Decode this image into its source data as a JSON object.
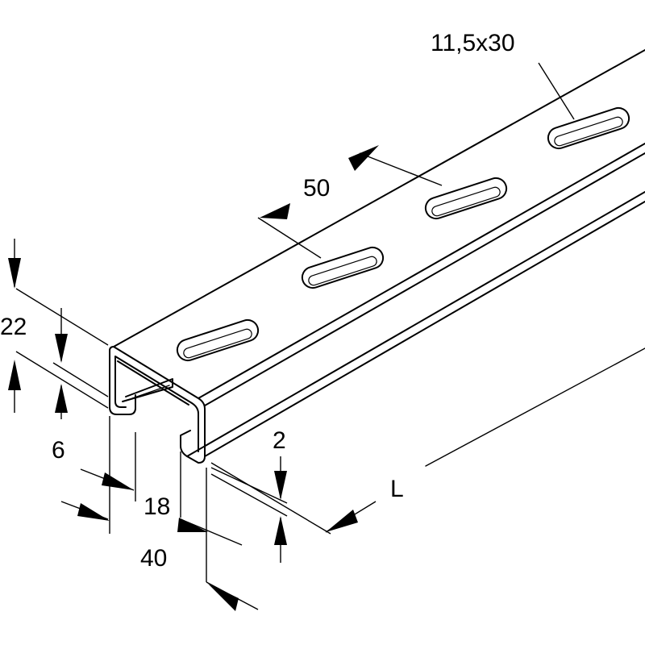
{
  "dimensions": {
    "slot_size": "11,5x30",
    "slot_pitch": "50",
    "height": "22",
    "lip_height": "6",
    "opening": "18",
    "width": "40",
    "thickness": "2",
    "length": "L"
  },
  "colors": {
    "line": "#000000",
    "background": "#ffffff"
  }
}
